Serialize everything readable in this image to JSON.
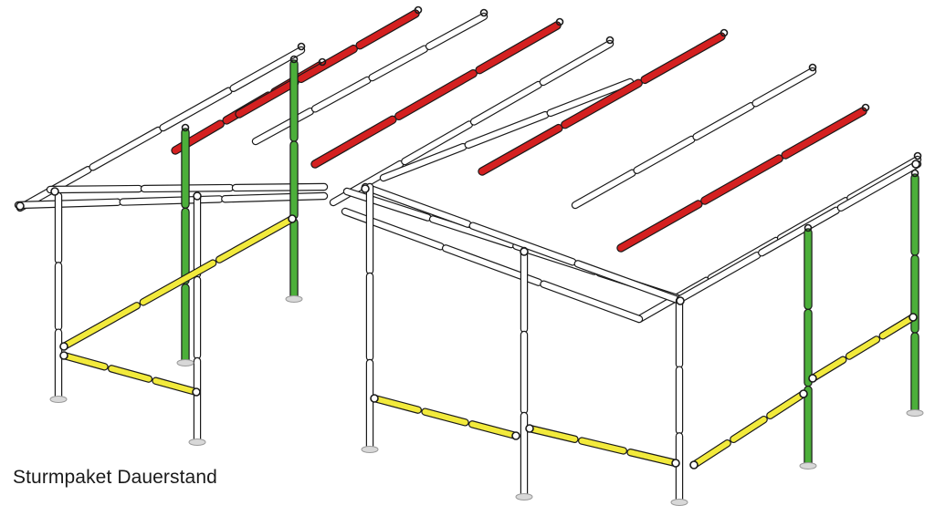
{
  "caption": "Sturmpaket Dauerstand",
  "colors": {
    "background": "#ffffff",
    "outline": "#1a1a1a",
    "frame_pole": "#ffffff",
    "roof_storm_pole": "#d42020",
    "upright_storm_pole": "#4caf3a",
    "diagonal_brace": "#f2ea3c",
    "foot_plate": "#d8d8d8"
  },
  "pole_groups": [
    {
      "id": "frame",
      "color_key": "frame_pole"
    },
    {
      "id": "roof-storm",
      "color_key": "roof_storm_pole"
    },
    {
      "id": "upright-storm",
      "color_key": "upright_storm_pole"
    },
    {
      "id": "brace",
      "color_key": "diagonal_brace"
    }
  ]
}
